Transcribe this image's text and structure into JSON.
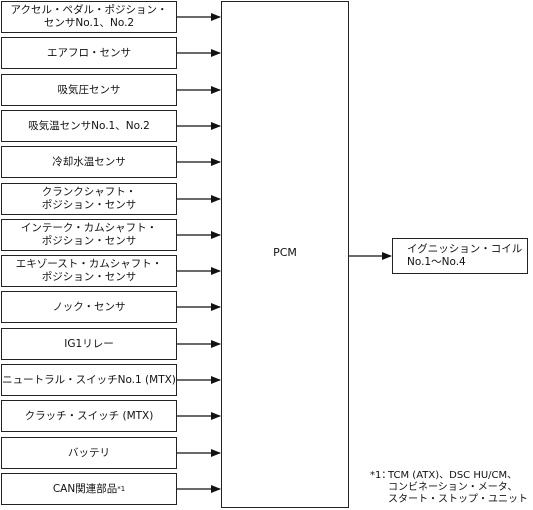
{
  "inputs": [
    {
      "label": "アクセル・ペダル・ポジション・\nセンサNo.1、No.2"
    },
    {
      "label": "エアフロ・センサ"
    },
    {
      "label": "吸気圧センサ"
    },
    {
      "label": "吸気温センサNo.1、No.2"
    },
    {
      "label": "冷却水温センサ"
    },
    {
      "label": "クランクシャフト・\nポジション・センサ"
    },
    {
      "label": "インテーク・カムシャフト・\nポジション・センサ"
    },
    {
      "label": "エキゾースト・カムシャフト・\nポジション・センサ"
    },
    {
      "label": "ノック・センサ"
    },
    {
      "label": "IG1リレー"
    },
    {
      "label": "ニュートラル・スイッチNo.1 (MTX)"
    },
    {
      "label": "クラッチ・スイッチ (MTX)"
    },
    {
      "label": "バッテリ"
    },
    {
      "label": "CAN関連部品",
      "sup": "*1"
    }
  ],
  "pcm": {
    "label": "PCM"
  },
  "output": {
    "label": "イグニッション・コイル\nNo.1〜No.4"
  },
  "footnote": {
    "mark": "*1：",
    "text": "TCM (ATX)、DSC HU/CM、\nコンビネーション・メータ、\nスタート・ストップ・ユニット"
  }
}
